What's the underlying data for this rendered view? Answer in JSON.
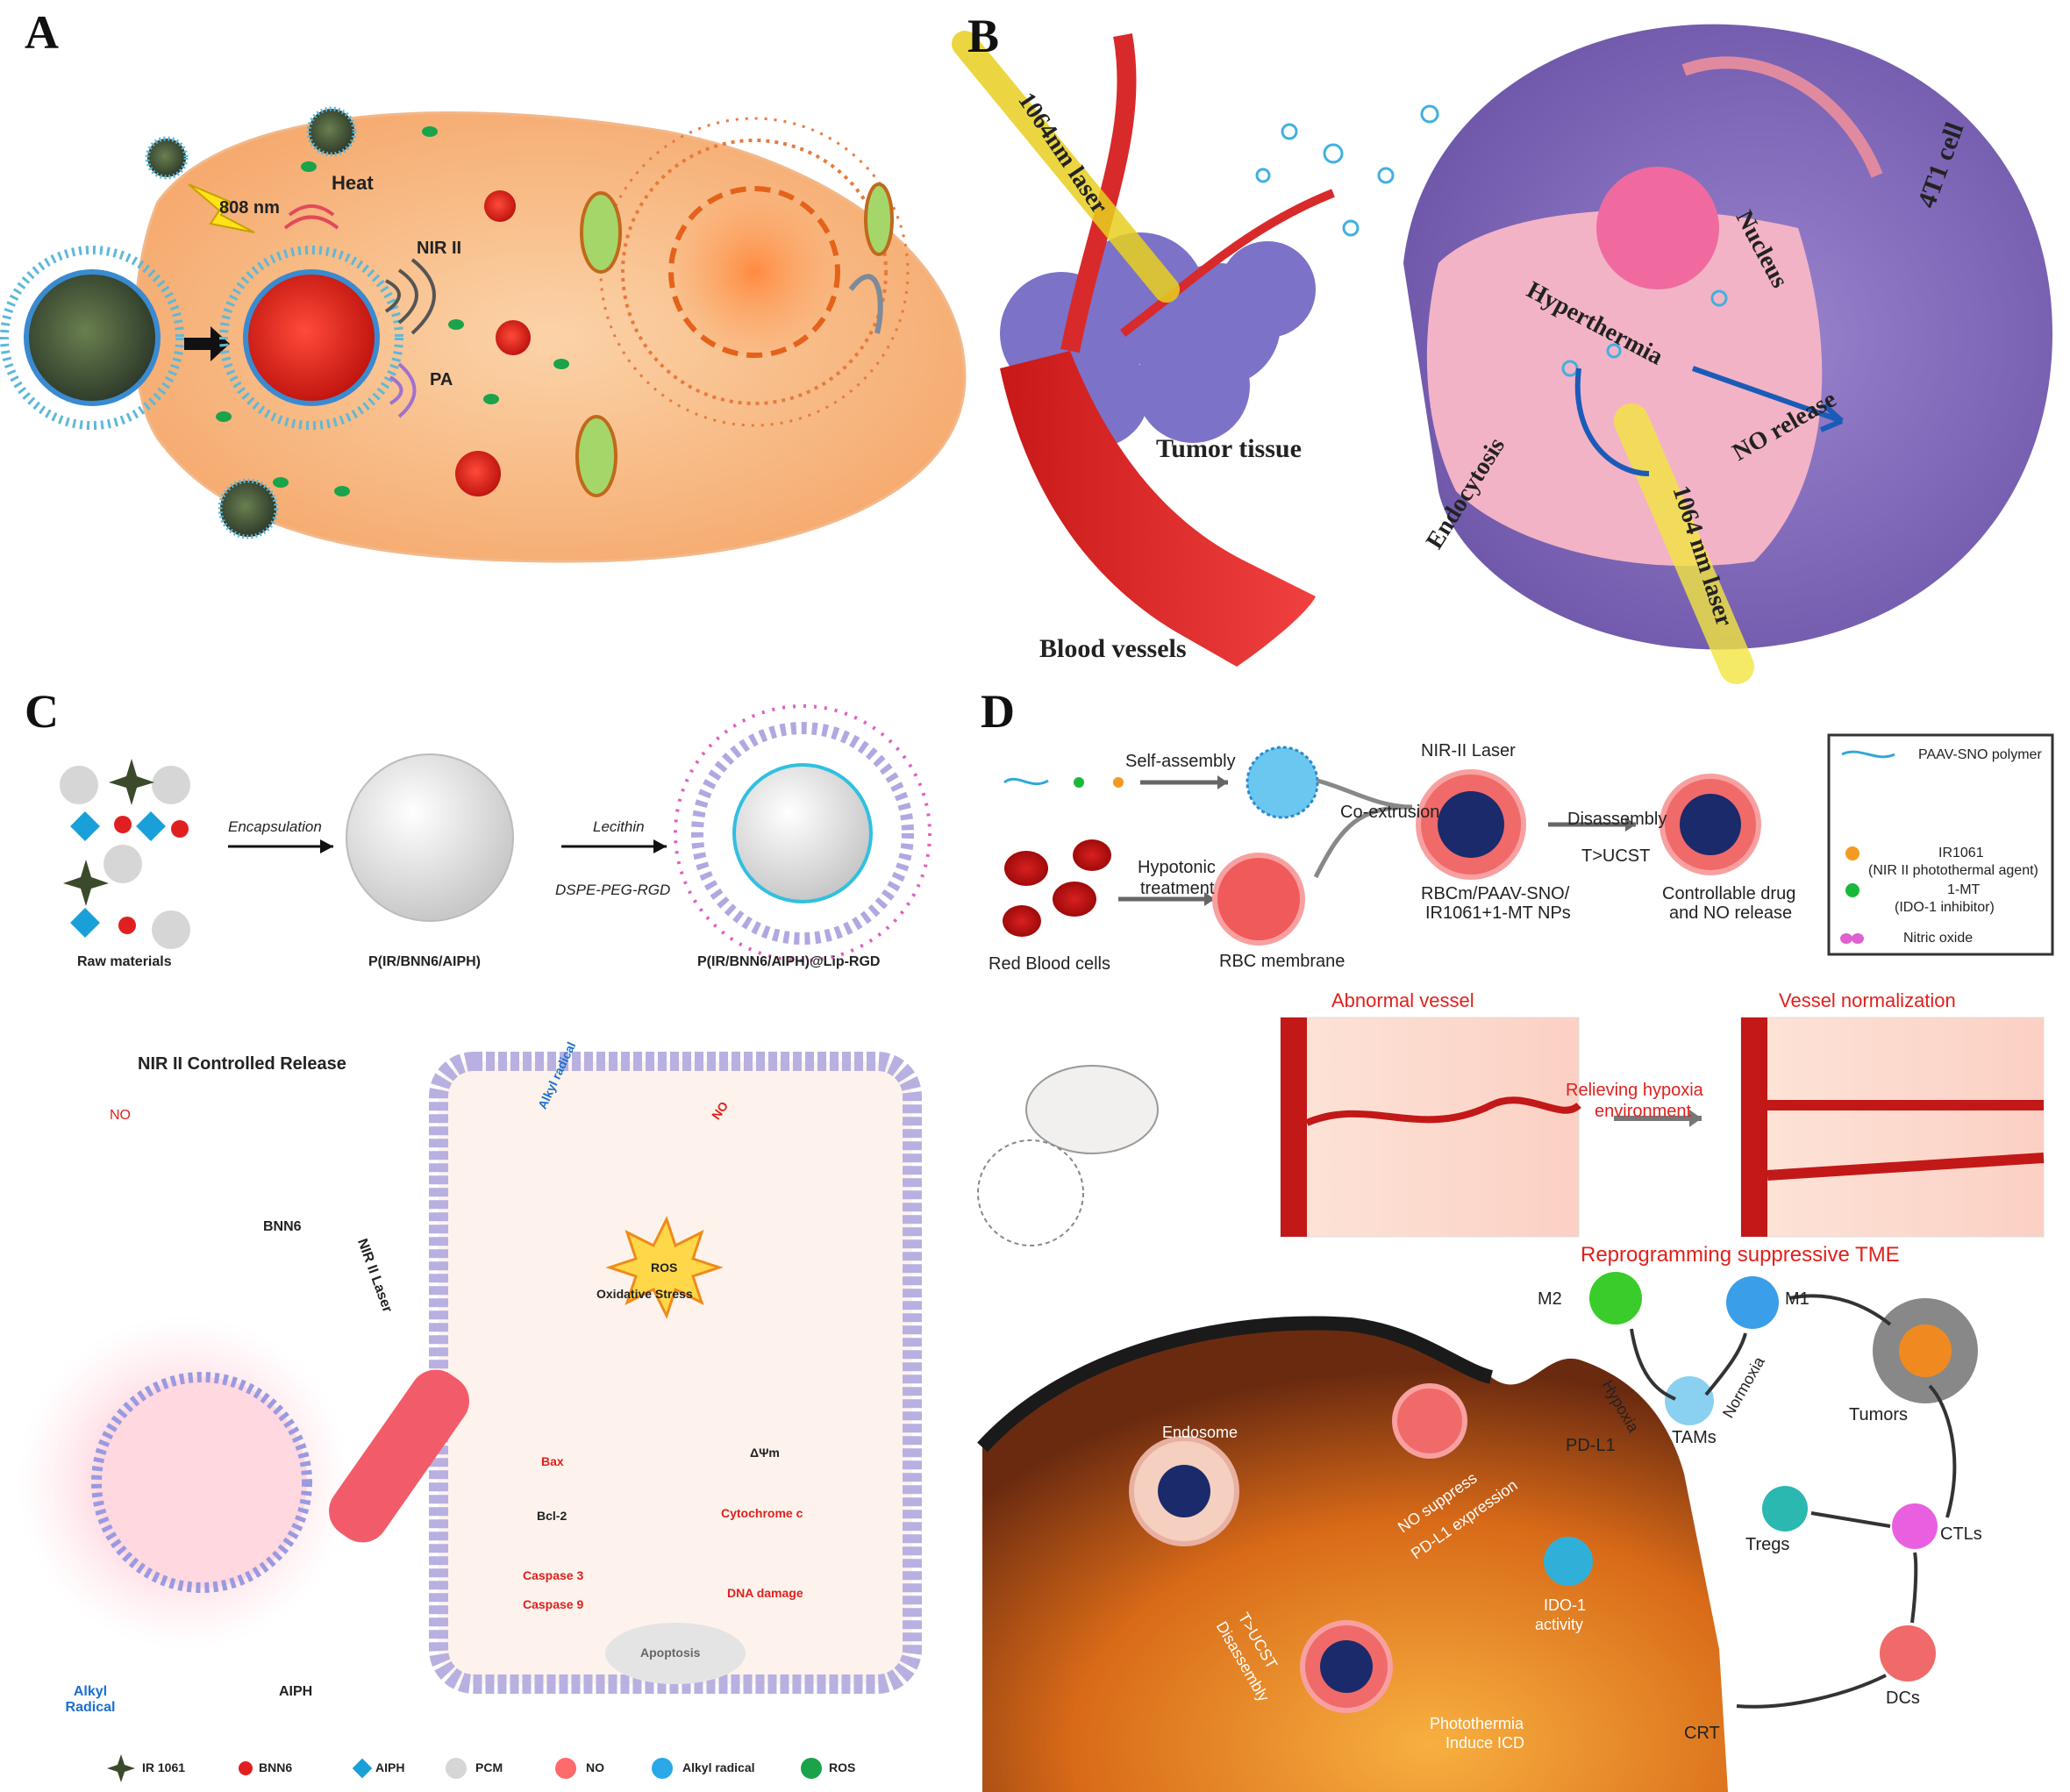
{
  "panels": {
    "a": {
      "label": "A",
      "heat": "Heat",
      "laser": "808 nm",
      "nir": "NIR II",
      "pa": "PA"
    },
    "b": {
      "label": "B",
      "laser1": "1064nm laser",
      "laser2": "1064 nm laser",
      "tumor": "Tumor tissue",
      "vessels": "Blood vessels",
      "cell": "4T1 cell",
      "nucleus": "Nucleus",
      "hyper": "Hyperthermia",
      "no": "NO release",
      "endo": "Endocytosis"
    },
    "c": {
      "label": "C",
      "encapsulation": "Encapsulation",
      "lecithin": "Lecithin",
      "dspe": "DSPE-PEG-RGD",
      "raw": "Raw materials",
      "p1": "P(IR/BNN6/AIPH)",
      "p2": "P(IR/BNN6/AIPH)@Lip-RGD",
      "release_title": "NIR II Controlled Release",
      "no": "NO",
      "bnn6": "BNN6",
      "laser": "NIR II Laser",
      "alkyl": "Alkyl Radical",
      "aiph": "AIPH",
      "alkyl_rad": "Alkyl radical",
      "no2": "NO",
      "ox": "Oxidative Stress",
      "ros": "ROS",
      "bax": "Bax",
      "bcl": "Bcl-2",
      "dpsi": "ΔΨm",
      "cytc": "Cytochrome c",
      "casp3": "Caspase 3",
      "casp9": "Caspase 9",
      "dna": "DNA damage",
      "apop": "Apoptosis",
      "legend": [
        "IR 1061",
        "BNN6",
        "AIPH",
        "PCM",
        "NO",
        "Alkyl radical",
        "ROS"
      ]
    },
    "d": {
      "label": "D",
      "self": "Self-assembly",
      "nir": "NIR-II Laser",
      "coext": "Co-extrusion",
      "disasm": "Disassembly",
      "tucst": "T>UCST",
      "hypo1": "Hypotonic",
      "hypo2": "treatment",
      "rbc": "Red Blood cells",
      "rbcm": "RBC membrane",
      "nps1": "RBCm/PAAV-SNO/",
      "nps2": "IR1061+1-MT NPs",
      "ctrl1": "Controllable drug",
      "ctrl2": "and NO release",
      "legend": {
        "poly": "PAAV-SNO polymer",
        "ir": "IR1061",
        "ir_sub": "(NIR II photothermal agent)",
        "mt": "1-MT",
        "mt_sub": "(IDO-1 inhibitor)",
        "no": "Nitric oxide"
      },
      "abn": "Abnormal vessel",
      "norm": "Vessel normalization",
      "relieve1": "Relieving hypoxia",
      "relieve2": "environment",
      "reprog": "Reprogramming suppressive TME",
      "m2": "M2",
      "m1": "M1",
      "hypoxia": "Hypoxia",
      "normoxia": "Normoxia",
      "tams": "TAMs",
      "tumors": "Tumors",
      "pdl1": "PD-L1",
      "endosome": "Endosome",
      "nosup1": "NO suppress",
      "nosup2": "PD-L1 expression",
      "tregs": "Tregs",
      "ctls": "CTLs",
      "ido1": "IDO-1",
      "ido2": "activity",
      "tucst2": "T>UCST",
      "disasm2": "Disassembly",
      "photo1": "Photothermia",
      "photo2": "Induce ICD",
      "crt": "CRT",
      "dcs": "DCs"
    }
  }
}
